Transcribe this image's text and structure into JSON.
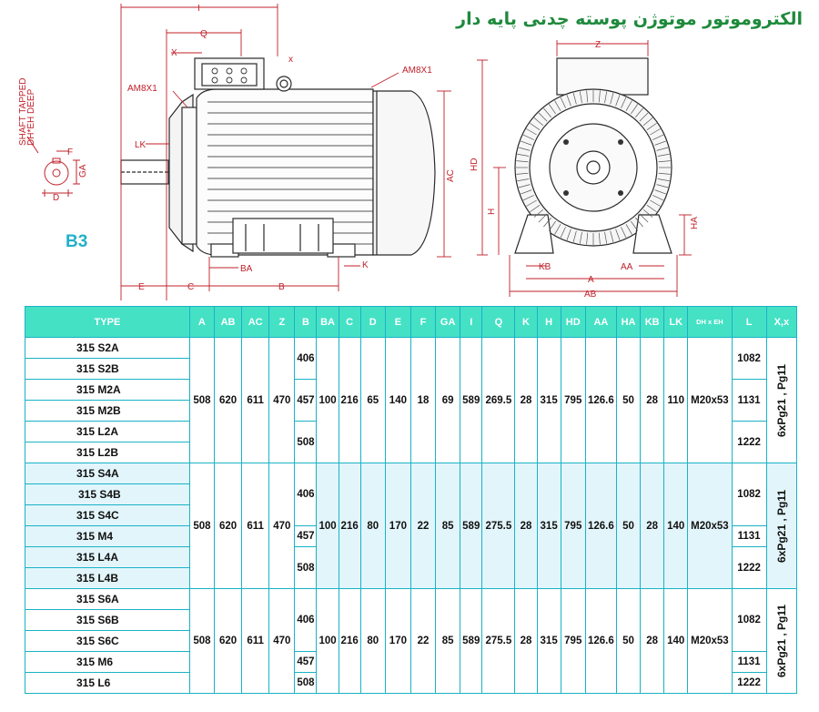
{
  "title": "الکتروموتور موتوژن پوسته چدنی پایه دار",
  "mount_type": "B3",
  "drawing_labels": {
    "side": [
      "I",
      "Q",
      "X",
      "x",
      "AM8X1",
      "AM8X1",
      "LK",
      "F",
      "GA",
      "D",
      "AC",
      "E",
      "C",
      "B",
      "BA",
      "K"
    ],
    "shaft_note": [
      "SHAFT TAPPED",
      "DH*EH DEEP"
    ],
    "front": [
      "Z",
      "HD",
      "H",
      "HA",
      "KB",
      "A",
      "AA",
      "AB"
    ]
  },
  "table": {
    "headers": [
      "TYPE",
      "A",
      "AB",
      "AC",
      "Z",
      "B",
      "BA",
      "C",
      "D",
      "E",
      "F",
      "GA",
      "I",
      "Q",
      "K",
      "H",
      "HD",
      "AA",
      "HA",
      "KB",
      "LK",
      "DH x EH",
      "L",
      "X,x"
    ],
    "groups": [
      {
        "types": [
          "315 S2A",
          "315 S2B",
          "315 M2A",
          "315 M2B",
          "315 L2A",
          "315 L2B"
        ],
        "B": [
          "406",
          "457",
          "508"
        ],
        "L": [
          "1082",
          "1131",
          "1222"
        ],
        "common": [
          "508",
          "620",
          "611",
          "470",
          "100",
          "216",
          "65",
          "140",
          "18",
          "69",
          "589",
          "269.5",
          "28",
          "315",
          "795",
          "126.6",
          "50",
          "28",
          "110",
          "M20x53"
        ],
        "xx": "6xPg21 , Pg11"
      },
      {
        "types": [
          "315 S4A",
          "315 S4B",
          "315 S4C",
          "315 M4",
          "315 L4A",
          "315 L4B"
        ],
        "B": [
          "406",
          "457",
          "508"
        ],
        "L": [
          "1082",
          "1131",
          "1222"
        ],
        "common": [
          "508",
          "620",
          "611",
          "470",
          "100",
          "216",
          "80",
          "170",
          "22",
          "85",
          "589",
          "275.5",
          "28",
          "315",
          "795",
          "126.6",
          "50",
          "28",
          "140",
          "M20x53"
        ],
        "xx": "6xPg21 , Pg11"
      },
      {
        "types": [
          "315 S6A",
          "315 S6B",
          "315 S6C",
          "315 M6",
          "315 L6"
        ],
        "B": [
          "406",
          "457",
          "508"
        ],
        "L": [
          "1082",
          "1131",
          "1222"
        ],
        "common": [
          "508",
          "620",
          "611",
          "470",
          "100",
          "216",
          "80",
          "170",
          "22",
          "85",
          "589",
          "275.5",
          "28",
          "315",
          "795",
          "126.6",
          "50",
          "28",
          "140",
          "M20x53"
        ],
        "xx": "6xPg21 , Pg11"
      }
    ]
  },
  "colors": {
    "header_bg": "#44e1c5",
    "border": "#19b2c6",
    "title": "#1e8a3c",
    "mount_label": "#22b0c8",
    "dimension": "#c0202a"
  }
}
